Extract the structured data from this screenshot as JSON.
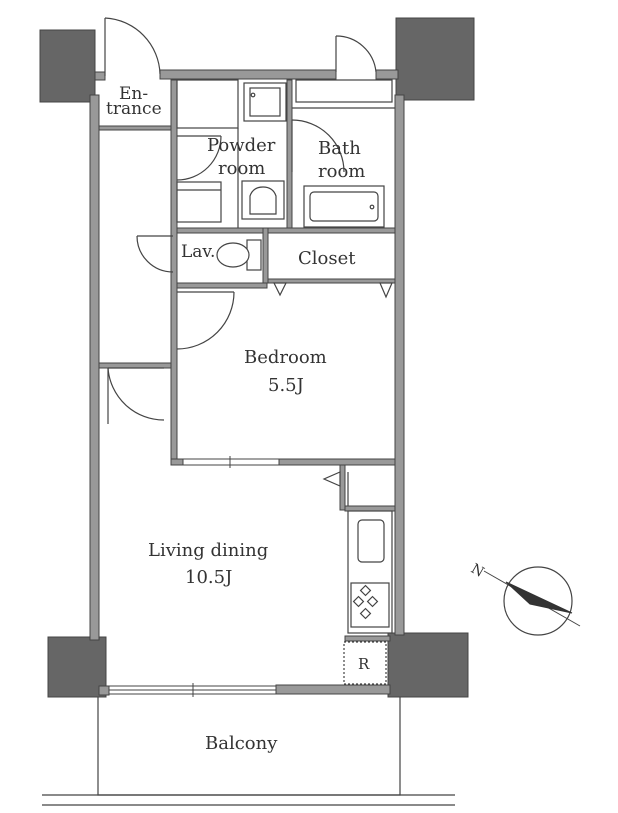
{
  "rooms": {
    "entrance_line1": "En-",
    "entrance_line2": "trance",
    "powder_line1": "Powder",
    "powder_line2": "room",
    "bath_line1": "Bath",
    "bath_line2": "room",
    "lav": "Lav.",
    "closet": "Closet",
    "bedroom": "Bedroom",
    "bedroom_size": "5.5J",
    "living": "Living dining",
    "living_size": "10.5J",
    "fridge": "R",
    "balcony": "Balcony"
  },
  "compass": {
    "north": "N"
  },
  "colors": {
    "wall": "#999999",
    "column": "#666666",
    "line": "#444444",
    "text": "#333333"
  }
}
